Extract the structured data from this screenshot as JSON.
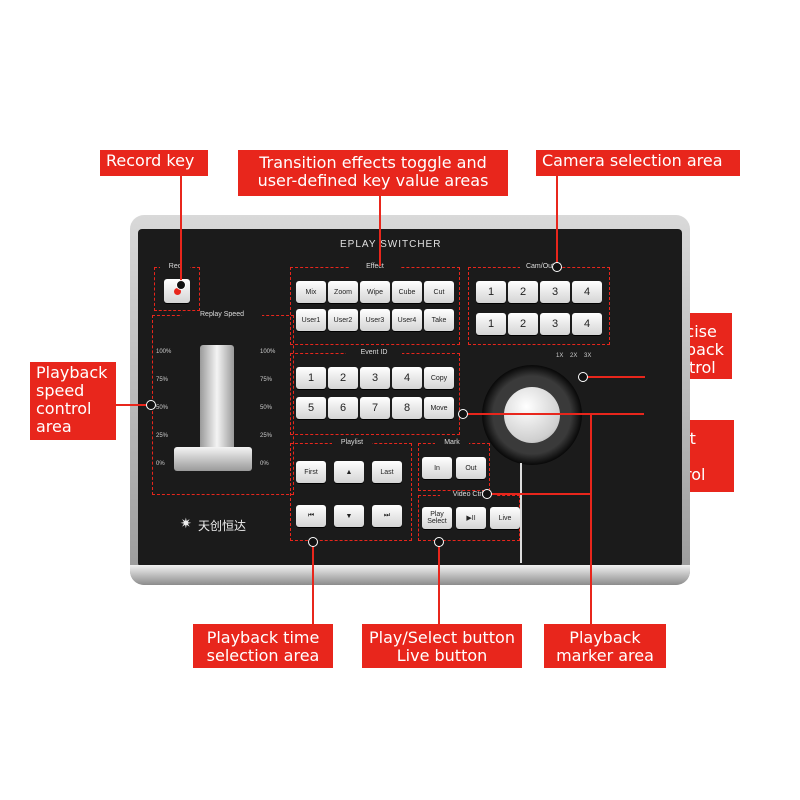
{
  "callouts": {
    "record_key": "Record key",
    "transition": "Transition effects toggle and\nuser-defined key value areas",
    "camera": "Camera selection area",
    "playback_speed": "Playback\nspeed\ncontrol\narea",
    "precise_playback": "precise\nplayback\ncontrol",
    "event_type": "Event\ntype\ncontrol",
    "playback_time": "Playback time\nselection area",
    "play_select": "Play/Select button\nLive button",
    "playback_marker": "Playback\nmarker area"
  },
  "device": {
    "brand": "EPLAY SWITCHER",
    "logo_text": "天创恒达",
    "rec": {
      "title": "Rec"
    },
    "replay_speed": {
      "title": "Replay Speed",
      "ticks": [
        "100%",
        "75%",
        "50%",
        "25%",
        "0%"
      ]
    },
    "effect": {
      "title": "Effect",
      "row1": [
        "Mix",
        "Zoom",
        "Wipe",
        "Cube",
        "Cut"
      ],
      "row2": [
        "User1",
        "User2",
        "User3",
        "User4",
        "Take"
      ]
    },
    "cam_out": {
      "title": "Cam/Out",
      "row1": [
        "1",
        "2",
        "3",
        "4"
      ],
      "row2": [
        "1",
        "2",
        "3",
        "4"
      ]
    },
    "jog_speed_labels": [
      "1X",
      "2X",
      "3X"
    ],
    "event_id": {
      "title": "Event ID",
      "row1": [
        "1",
        "2",
        "3",
        "4",
        "Copy"
      ],
      "row2": [
        "5",
        "6",
        "7",
        "8",
        "Move"
      ]
    },
    "playlist": {
      "title": "Playlist",
      "row1": [
        "First",
        "▲",
        "Last"
      ],
      "row2": [
        "⏮",
        "▼",
        "⏭"
      ]
    },
    "mark": {
      "title": "Mark",
      "keys": [
        "In",
        "Out"
      ]
    },
    "video_ctrl": {
      "title": "Video Ctrl",
      "keys": [
        "Play\nSelect",
        "▶II",
        "Live"
      ]
    }
  },
  "colors": {
    "accent": "#e8261c",
    "panel": "#1b1b1b",
    "key": "#f2f2f2"
  }
}
